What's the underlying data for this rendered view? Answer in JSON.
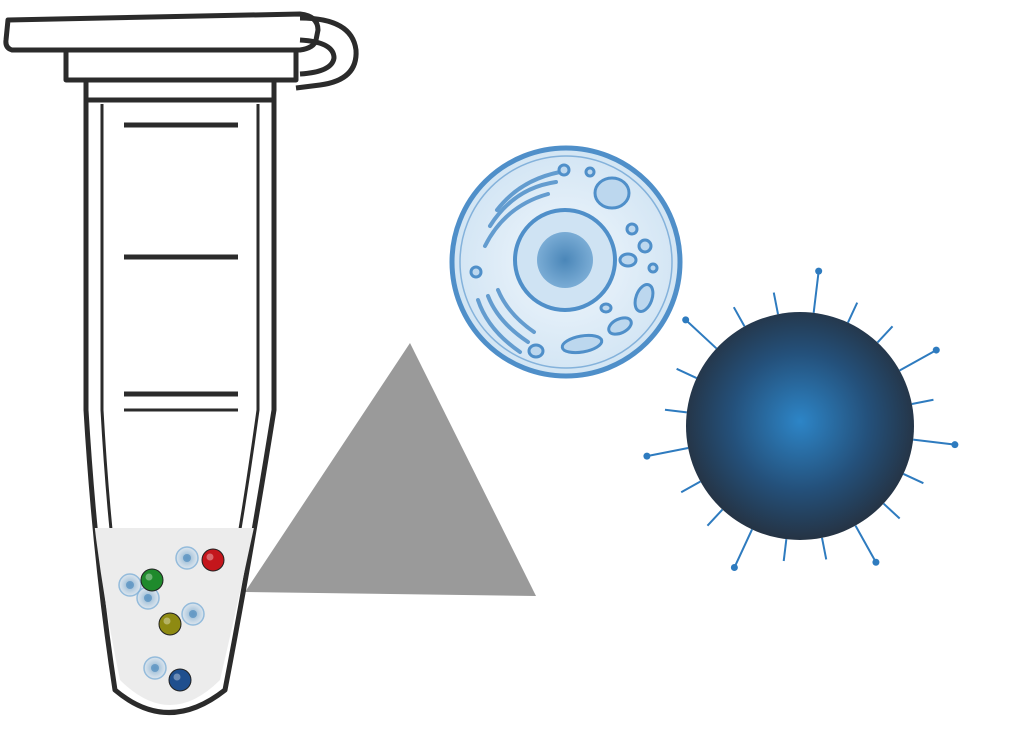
{
  "colors": {
    "background": "#ffffff",
    "outline": "#2b2b2b",
    "liquid": "#ececec",
    "zoom_triangle": "#9a9a9a",
    "cell_outline": "#4f8fc9",
    "cell_fill": "#dcecf8",
    "nucleus": "#5b94c2",
    "particle_core": "#2d85c7",
    "particle_edge": "#252f3c",
    "particle_spike": "#2e7bbf"
  },
  "icons": {
    "tube": "microcentrifuge-tube-icon",
    "cell": "eukaryotic-cell-icon",
    "particle": "nanoparticle-icon",
    "zoom": "zoom-triangle-icon"
  },
  "beads": [
    {
      "color": "#1f8a2c"
    },
    {
      "color": "#c4161c"
    },
    {
      "color": "#8e8a12"
    },
    {
      "color": "#1f4f8e"
    }
  ],
  "mini_cell_count": 5,
  "graduation_marks": 4,
  "particle_spikes": 20
}
